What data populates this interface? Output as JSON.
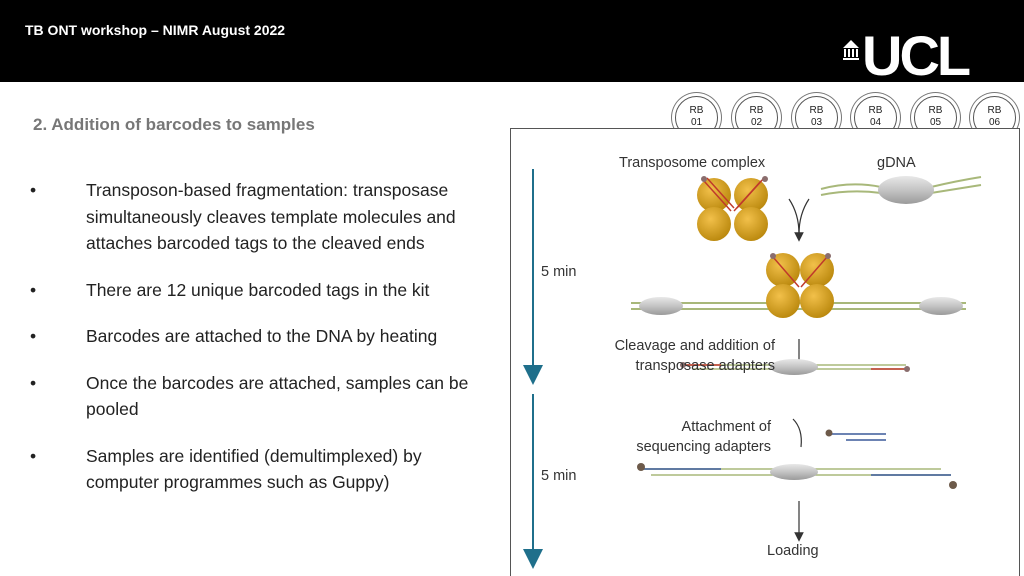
{
  "header": {
    "title": "TB ONT workshop – NIMR August 2022",
    "logo_text": "UCL"
  },
  "slide": {
    "title": "2. Addition of barcodes to samples",
    "bullet_marker": "•",
    "bullets": [
      "Transposon-based fragmentation: transposase simultaneously cleaves template molecules and attaches barcoded tags to the cleaved ends",
      "There are 12 unique barcoded tags in the kit",
      "Barcodes are attached to the DNA by heating",
      "Once the barcodes are attached, samples can be pooled",
      "Samples are identified (demultimplexed) by computer programmes such as Guppy)"
    ]
  },
  "barcodes": [
    {
      "line1": "RB",
      "line2": "01"
    },
    {
      "line1": "RB",
      "line2": "02"
    },
    {
      "line1": "RB",
      "line2": "03"
    },
    {
      "line1": "RB",
      "line2": "04"
    },
    {
      "line1": "RB",
      "line2": "05"
    },
    {
      "line1": "RB",
      "line2": "06"
    }
  ],
  "diagram": {
    "transposome": "Transposome complex",
    "gdna": "gDNA",
    "time1": "5 min",
    "cleavage1": "Cleavage and addition of",
    "cleavage2": "transposase adapters",
    "attach1": "Attachment of",
    "attach2": "sequencing adapters",
    "time2": "5 min",
    "loading": "Loading",
    "colors": {
      "arrow": "#1f6f8b",
      "subunit": "#d9a020",
      "red_tag": "#c0392b",
      "dna": "#a8b87a",
      "blue_tag": "#3b5a9a"
    }
  }
}
